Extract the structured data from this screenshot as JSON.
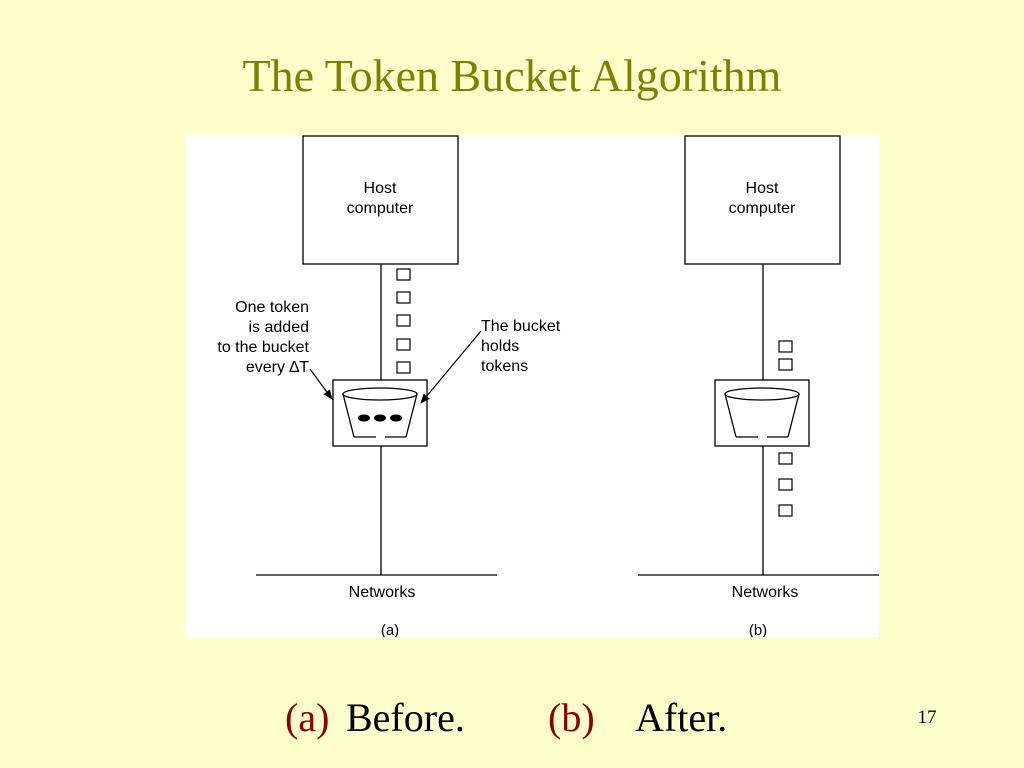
{
  "slide": {
    "title": "The Token Bucket Algorithm",
    "page_number": "17"
  },
  "caption": {
    "a_label": "(a)",
    "a_text": "Before.",
    "b_label": "(b)",
    "b_text": "After."
  },
  "diagram": {
    "panel_a": {
      "host_line1": "Host",
      "host_line2": "computer",
      "token_label_lines": [
        "One token",
        "is added",
        "to the bucket",
        "every ∆T"
      ],
      "bucket_label_lines": [
        "The bucket",
        "holds",
        "tokens"
      ],
      "network_label": "Networks",
      "sub_label": "(a)"
    },
    "panel_b": {
      "host_line1": "Host",
      "host_line2": "computer",
      "network_label": "Networks",
      "sub_label": "(b)"
    }
  }
}
